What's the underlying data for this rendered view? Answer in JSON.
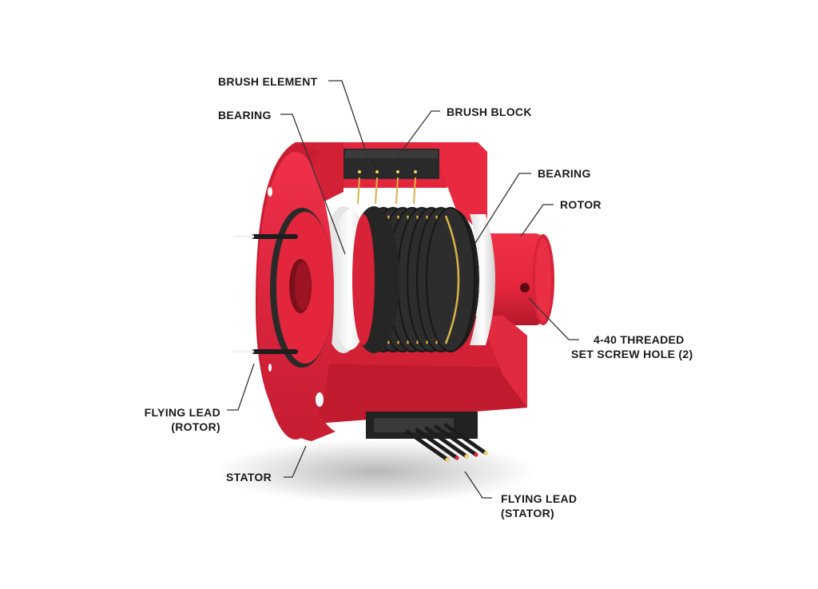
{
  "labels": {
    "brush_element": "BRUSH ELEMENT",
    "bearing_left": "BEARING",
    "brush_block": "BRUSH BLOCK",
    "bearing_right": "BEARING",
    "rotor": "ROTOR",
    "set_screw_line1": "4-40 THREADED",
    "set_screw_line2": "SET SCREW HOLE (2)",
    "flying_lead_rotor_line1": "FLYING LEAD",
    "flying_lead_rotor_line2": "(ROTOR)",
    "stator": "STATOR",
    "flying_lead_stator_line1": "FLYING LEAD",
    "flying_lead_stator_line2": "(STATOR)"
  },
  "colors": {
    "housing_red": "#e3263b",
    "housing_dark_red": "#b3182b",
    "bearing_white": "#f2f2f2",
    "ring_black": "#2a2a2a",
    "brush_gold": "#d9b24a",
    "leader_line": "#333333"
  }
}
